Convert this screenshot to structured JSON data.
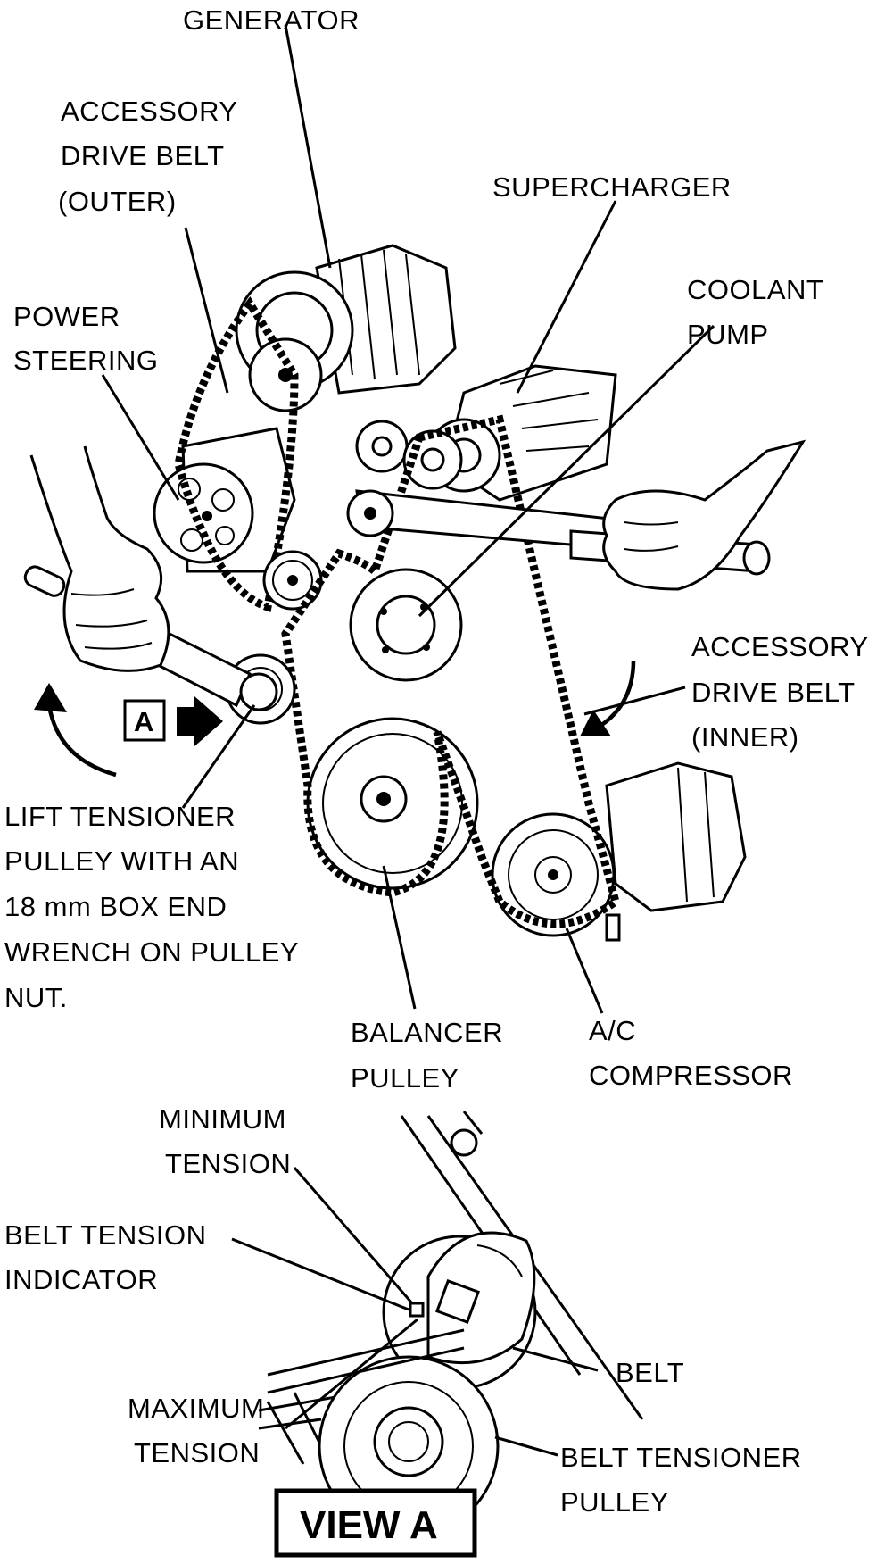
{
  "labels": {
    "generator": "GENERATOR",
    "belt_outer_1": "ACCESSORY",
    "belt_outer_2": "DRIVE BELT",
    "belt_outer_3": "(OUTER)",
    "supercharger": "SUPERCHARGER",
    "coolant_1": "COOLANT",
    "coolant_2": "PUMP",
    "power_1": "POWER",
    "power_2": "STEERING",
    "belt_inner_1": "ACCESSORY",
    "belt_inner_2": "DRIVE BELT",
    "belt_inner_3": "(INNER)",
    "lift_1": "LIFT TENSIONER",
    "lift_2": "PULLEY WITH AN",
    "lift_3": "18 mm BOX END",
    "lift_4": "WRENCH ON PULLEY",
    "lift_5": "NUT.",
    "balancer_1": "BALANCER",
    "balancer_2": "PULLEY",
    "ac_1": "A/C",
    "ac_2": "COMPRESSOR",
    "min_1": "MINIMUM",
    "min_2": "TENSION",
    "indicator_1": "BELT TENSION",
    "indicator_2": "INDICATOR",
    "belt": "BELT",
    "max_1": "MAXIMUM",
    "max_2": "TENSION",
    "tensioner_1": "BELT TENSIONER",
    "tensioner_2": "PULLEY",
    "view_marker": "A",
    "view_title": "VIEW A"
  }
}
